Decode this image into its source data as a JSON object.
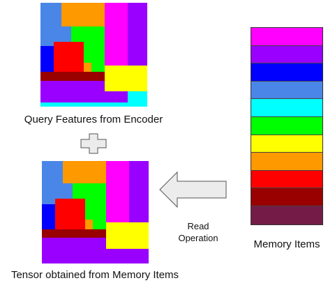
{
  "labels": {
    "query": "Query Features from Encoder",
    "tensor": "Tensor obtained from Memory Items",
    "read_line1": "Read",
    "read_line2": "Operation",
    "memory": "Memory Items"
  },
  "colors": {
    "magenta": "#ff00ff",
    "purple": "#9900ff",
    "blue": "#0000ff",
    "light_blue": "#4a86e8",
    "cyan": "#00ffff",
    "green": "#00ff00",
    "yellow": "#ffff00",
    "orange": "#ff9900",
    "red": "#ff0000",
    "dark_red": "#990000",
    "maroon": "#741b47",
    "arrow_fill": "#ececec",
    "arrow_stroke": "#555555"
  },
  "memory_items": [
    {
      "color": "#ff00ff"
    },
    {
      "color": "#9900ff"
    },
    {
      "color": "#0000ff"
    },
    {
      "color": "#4a86e8"
    },
    {
      "color": "#00ffff"
    },
    {
      "color": "#00ff00"
    },
    {
      "color": "#ffff00"
    },
    {
      "color": "#ff9900"
    },
    {
      "color": "#ff0000"
    },
    {
      "color": "#990000"
    },
    {
      "color": "#741b47"
    }
  ]
}
